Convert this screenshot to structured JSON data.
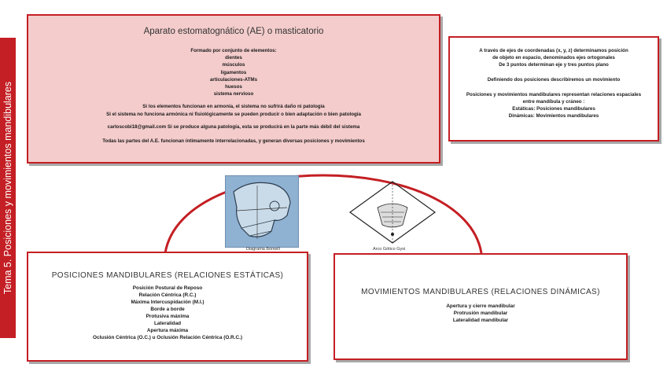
{
  "sidebar": {
    "title": "Tema 5.  Posiciones y movimientos mandibulares"
  },
  "main": {
    "title": "Aparato estomatognático (AE) o masticatorio",
    "intro": "Formado por conjunto de elementos:",
    "elements": [
      "dientes",
      "músculos",
      "ligamentos",
      "articulaciones-ATMs",
      "huesos",
      "sistema nervioso"
    ],
    "lines": [
      "Si los elementos funcionan en armonía, el sistema no sufrirá daño ni patología",
      "Si el sistema no funciona armónica ni fisiológicamente se pueden producir o bien adaptación o bien patología"
    ],
    "line2": "carloscobi18@gmail.com Si se produce alguna patología, esta se producirá en la parte más débil del sistema",
    "line3": "Todas las partes del A.E. funcionan íntimamente interrelacionadas, y generan diversas posiciones y movimientos"
  },
  "right_box": {
    "p1": [
      "A través de ejes de coordenadas (x, y, z) determinamos posición",
      "de objeto en espacio, denominados ejes ortogonales",
      "De 3 puntos determinan eje y tres puntos plano"
    ],
    "p2": "Definiendo dos posiciones describiremos un movimiento",
    "p3": [
      "Posiciones y movimientos mandibulares representan relaciones espaciales",
      "entre mandíbula y cráneo :",
      "Estáticas: Posiciones mandibulares",
      "Dinámicas: Movimientos mandibulares"
    ]
  },
  "images": {
    "left_caption": "Diagrama Bonwill",
    "right_caption": "Arco Gótico Gysi"
  },
  "positions": {
    "title": "POSICIONES MANDIBULARES (RELACIONES ESTÁTICAS)",
    "items": [
      "Posición Postural de Reposo",
      "Relación Céntrica (R.C.)",
      "Máxima Intercuspidación (M.I.)",
      "Borde a borde",
      "Protusiva máxima",
      "Lateralidad",
      "Apertura máxima",
      "Oclusión Céntrica (O.C.) u Oclusión Relación Céntrica (O.R.C.)"
    ]
  },
  "movements": {
    "title": "MOVIMIENTOS MANDIBULARES (RELACIONES DINÁMICAS)",
    "items": [
      "Apertura y cierre mandibular",
      "Protrusión mandibular",
      "Lateralidad mandibular"
    ]
  },
  "colors": {
    "accent": "#c41f24",
    "main_fill": "#f4cccc",
    "image_fill": "#8fb1d2"
  }
}
